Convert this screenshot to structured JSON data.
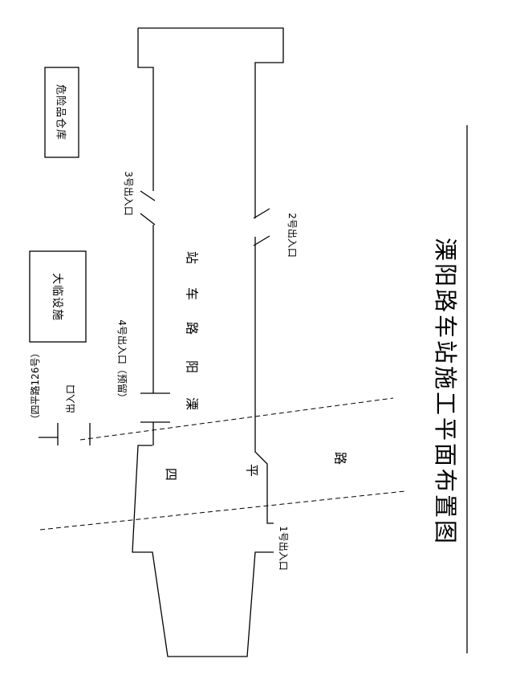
{
  "title": "溧阳路车站施工平面布置图",
  "buildings": {
    "warehouse": "危险品仓库",
    "facility": "大临设施"
  },
  "station": {
    "name_chars": [
      "溧",
      "阳",
      "路",
      "车",
      "站"
    ]
  },
  "road": {
    "name_chars": [
      "四",
      "平",
      "路"
    ]
  },
  "exits": {
    "exit1": "1号出入口",
    "exit2": "2号出入口",
    "exit3": "3号出入口",
    "exit4": "4号出入口（预留）"
  },
  "entrance": {
    "line1": "出入口",
    "line2": "（四平路126号）"
  }
}
